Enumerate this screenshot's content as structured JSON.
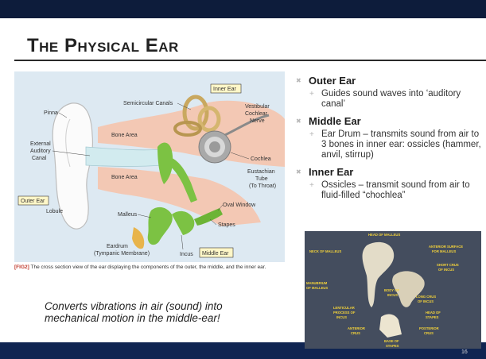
{
  "slide": {
    "title": "The Physical Ear",
    "page_number": "16"
  },
  "figure": {
    "labels": {
      "inner_ear": "Inner Ear",
      "semicircular_canals": "Semicircular Canals",
      "vestibular_line1": "Vestibular",
      "vestibular_line2": "Cochlear",
      "vestibular_line3": "Nerve",
      "pinna": "Pinna",
      "bone_area_top": "Bone Area",
      "external_line1": "External",
      "external_line2": "Auditory",
      "external_line3": "Canal",
      "cochlea": "Cochlea",
      "outer_ear": "Outer Ear",
      "bone_area_bottom": "Bone Area",
      "eustachian_line1": "Eustachian",
      "eustachian_line2": "Tube",
      "eustachian_line3": "(To Throat)",
      "lobule": "Lobule",
      "oval_window": "Oval Window",
      "malleus": "Malleus",
      "stapes": "Stapes",
      "eardrum_line1": "Eardrum",
      "eardrum_line2": "(Tympanic Membrane)",
      "incus": "Incus",
      "middle_ear": "Middle Ear"
    },
    "caption_tag": "[FIG2]",
    "caption_text": "The cross section view of the ear displaying the components of the outer, the middle, and the inner ear."
  },
  "quote": "Converts vibrations in air (sound) into mechanical motion in the middle-ear!",
  "bullets": [
    {
      "heading": "Outer Ear",
      "subs": [
        "Guides sound waves into ‘auditory canal’"
      ]
    },
    {
      "heading": "Middle Ear",
      "subs": [
        "Ear Drum – transmits sound from air to 3 bones in inner ear: ossicles (hammer, anvil, stirrup)"
      ]
    },
    {
      "heading": "Inner Ear",
      "subs": [
        "Ossicles – transmit sound from air to fluid-filled “chochlea”"
      ]
    }
  ],
  "ossicles_photo": {
    "labels": {
      "head_of_malleus": "HEAD OF MALLEUS",
      "neck_of_malleus": "NECK OF MALLEUS",
      "anterior_surface_line1": "ANTERIOR SURFACE",
      "anterior_surface_line2": "FOR MALLEUS",
      "short_crus_line1": "SHORT CRUS",
      "short_crus_line2": "OF INCUS",
      "manubrium_line1": "MANUBRIUM",
      "manubrium_line2": "OF MALLEUS",
      "body_incus_line1": "BODY OF",
      "body_incus_line2": "INCUS",
      "long_crus_line1": "LONG CRUS",
      "long_crus_line2": "OF INCUS",
      "lenticular_line1": "LENTICULAR",
      "lenticular_line2": "PROCESS OF",
      "lenticular_line3": "INCUS",
      "head_stapes_line1": "HEAD OF",
      "head_stapes_line2": "STAPES",
      "anterior_crus_line1": "ANTERIOR",
      "anterior_crus_line2": "CRUS",
      "posterior_crus_line1": "POSTERIOR",
      "posterior_crus_line2": "CRUS",
      "base_stapes_line1": "BASE OF",
      "base_stapes_line2": "STAPES"
    }
  },
  "colors": {
    "top_bar": "#0d1c3b",
    "bottom_bar": "#102552",
    "figure_bg": "#dde9f2",
    "bone_area": "#f3c8b4",
    "cochlea_green": "#7cc243",
    "label_box": "#fff7c8"
  }
}
